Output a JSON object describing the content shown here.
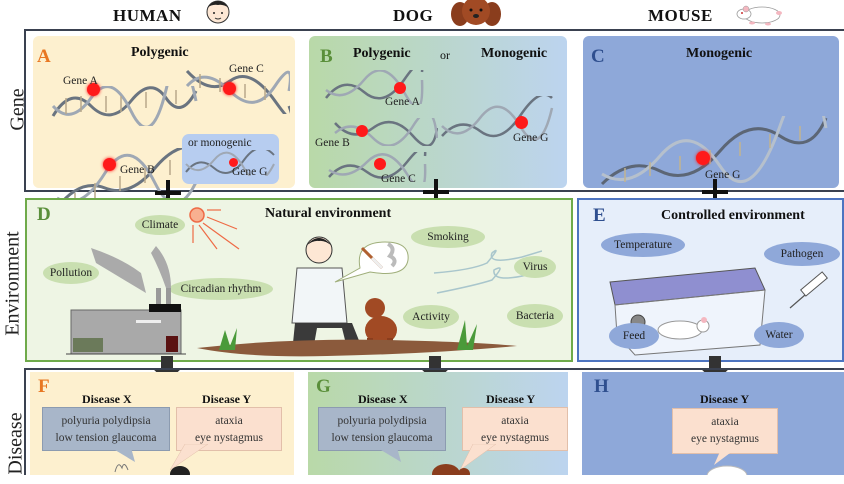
{
  "species": {
    "human": "HUMAN",
    "dog": "DOG",
    "mouse": "MOUSE"
  },
  "row_labels": {
    "gene": "Gene",
    "environment": "Environment",
    "disease": "Disease"
  },
  "gene_row": {
    "panel_a": {
      "letter": "A",
      "title": "Polygenic",
      "genes": [
        "Gene A",
        "Gene C",
        "Gene B",
        "Gene G"
      ],
      "alt_label": "or monogenic"
    },
    "panel_b": {
      "letter": "B",
      "title_left": "Polygenic",
      "or_label": "or",
      "title_right": "Monogenic",
      "genes": [
        "Gene A",
        "Gene B",
        "Gene C",
        "Gene G"
      ]
    },
    "panel_c": {
      "letter": "C",
      "title": "Monogenic",
      "genes": [
        "Gene G"
      ]
    }
  },
  "environment_row": {
    "panel_d": {
      "letter": "D",
      "title": "Natural environment",
      "factors": [
        "Climate",
        "Pollution",
        "Circadian rhythm",
        "Smoking",
        "Virus",
        "Activity",
        "Bacteria"
      ]
    },
    "panel_e": {
      "letter": "E",
      "title": "Controlled environment",
      "factors": [
        "Temperature",
        "Pathogen",
        "Feed",
        "Water"
      ]
    }
  },
  "disease_row": {
    "panel_f": {
      "letter": "F",
      "disease_x": {
        "title": "Disease X",
        "line1": "polyuria polydipsia",
        "line2": "low tension glaucoma"
      },
      "disease_y": {
        "title": "Disease Y",
        "line1": "ataxia",
        "line2": "eye nystagmus"
      }
    },
    "panel_g": {
      "letter": "G",
      "disease_x": {
        "title": "Disease X",
        "line1": "polyuria polydipsia",
        "line2": "low tension glaucoma"
      },
      "disease_y": {
        "title": "Disease Y",
        "line1": "ataxia",
        "line2": "eye nystagmus"
      }
    },
    "panel_h": {
      "letter": "H",
      "disease_y": {
        "title": "Disease Y",
        "line1": "ataxia",
        "line2": "eye nystagmus"
      }
    }
  },
  "colors": {
    "human_panel": "#fdf0cf",
    "dog_green": "#b9d9a8",
    "dog_blue": "#bcd4ef",
    "mouse_panel": "#8ea8d9",
    "natural_env": "#eef5e4",
    "natural_border": "#6faa4a",
    "controlled_env": "#e6eefa",
    "controlled_border": "#4d74c0",
    "letter_orange": "#e87722",
    "letter_green": "#5a8f3a",
    "letter_blue": "#2f4f8f",
    "mutation_red": "#ff1a1a"
  }
}
